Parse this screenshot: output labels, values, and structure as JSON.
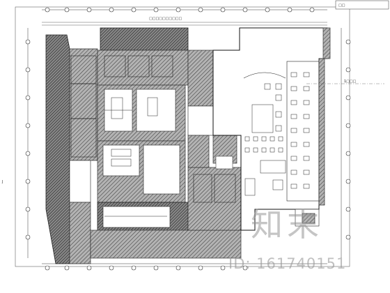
{
  "drawing": {
    "title_block_text": "□□",
    "dimension_note": "□□□□□□□□□□",
    "elevation_label": "1□□□",
    "side_marker": "J"
  },
  "watermark": {
    "logo_text": "知末",
    "id_text": "ID: 161740151"
  },
  "colors": {
    "ink": "#222222",
    "background": "#ffffff",
    "watermark": "#969696"
  }
}
